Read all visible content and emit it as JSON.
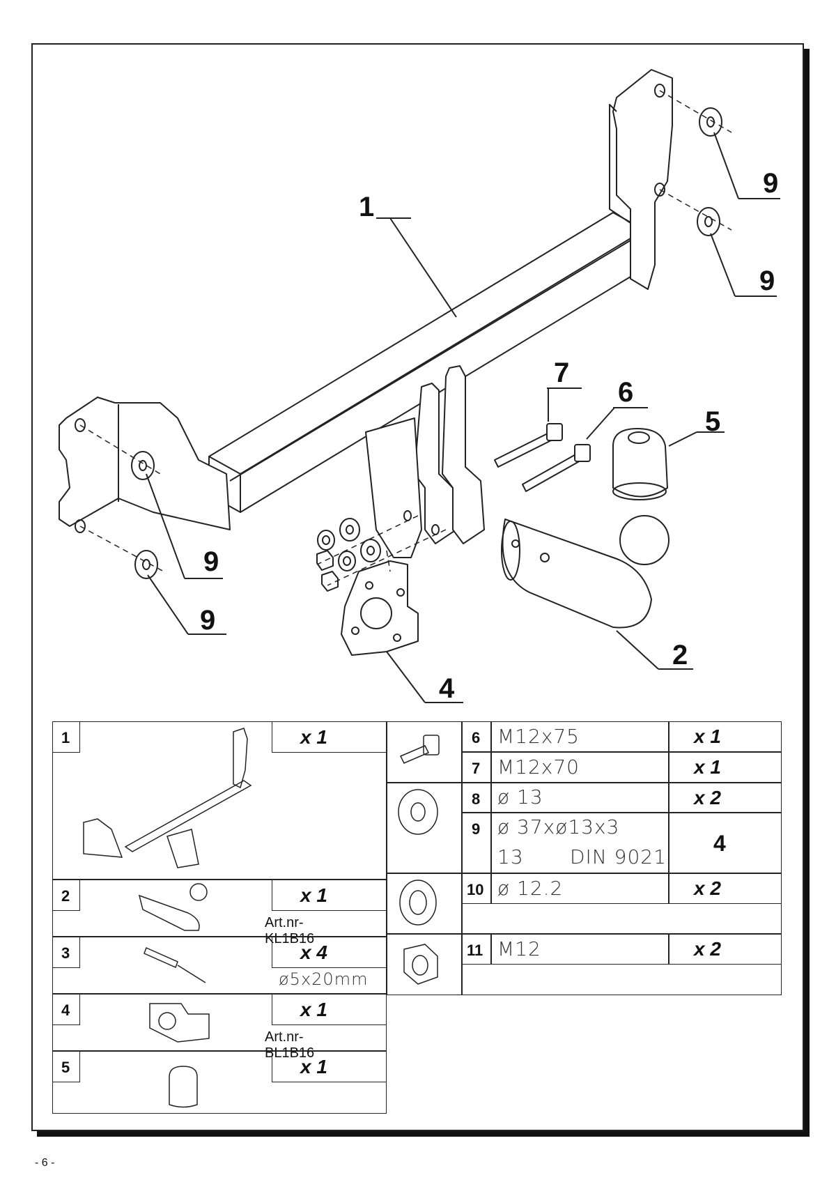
{
  "callouts": {
    "c1": "1",
    "c2": "2",
    "c4": "4",
    "c5": "5",
    "c6": "6",
    "c7": "7",
    "c9a": "9",
    "c9b": "9",
    "c9c": "9",
    "c9d": "9"
  },
  "parts_left": [
    {
      "num": "1",
      "qty": "x 1",
      "note": ""
    },
    {
      "num": "2",
      "qty": "x 1",
      "note": "Art.nr-KL1B16"
    },
    {
      "num": "3",
      "qty": "x 4",
      "note": "ø5x20mm"
    },
    {
      "num": "4",
      "qty": "x 1",
      "note": "Art.nr-BL1B16"
    },
    {
      "num": "5",
      "qty": "x 1",
      "note": ""
    }
  ],
  "parts_right": [
    {
      "num": "6",
      "spec": "M12x75",
      "qty": "x 1"
    },
    {
      "num": "7",
      "spec": "M12x70",
      "qty": "x 1"
    },
    {
      "num": "8",
      "spec": "ø 13",
      "qty": "x 2"
    },
    {
      "num": "9",
      "spec": "ø 37xø13x3",
      "spec2a": "13",
      "spec2b": "DIN 9021",
      "qty": "4"
    },
    {
      "num": "10",
      "spec": "ø 12.2",
      "qty": "x 2"
    },
    {
      "num": "11",
      "spec": "M12",
      "qty": "x 2"
    }
  ],
  "page_number": "- 6 -"
}
